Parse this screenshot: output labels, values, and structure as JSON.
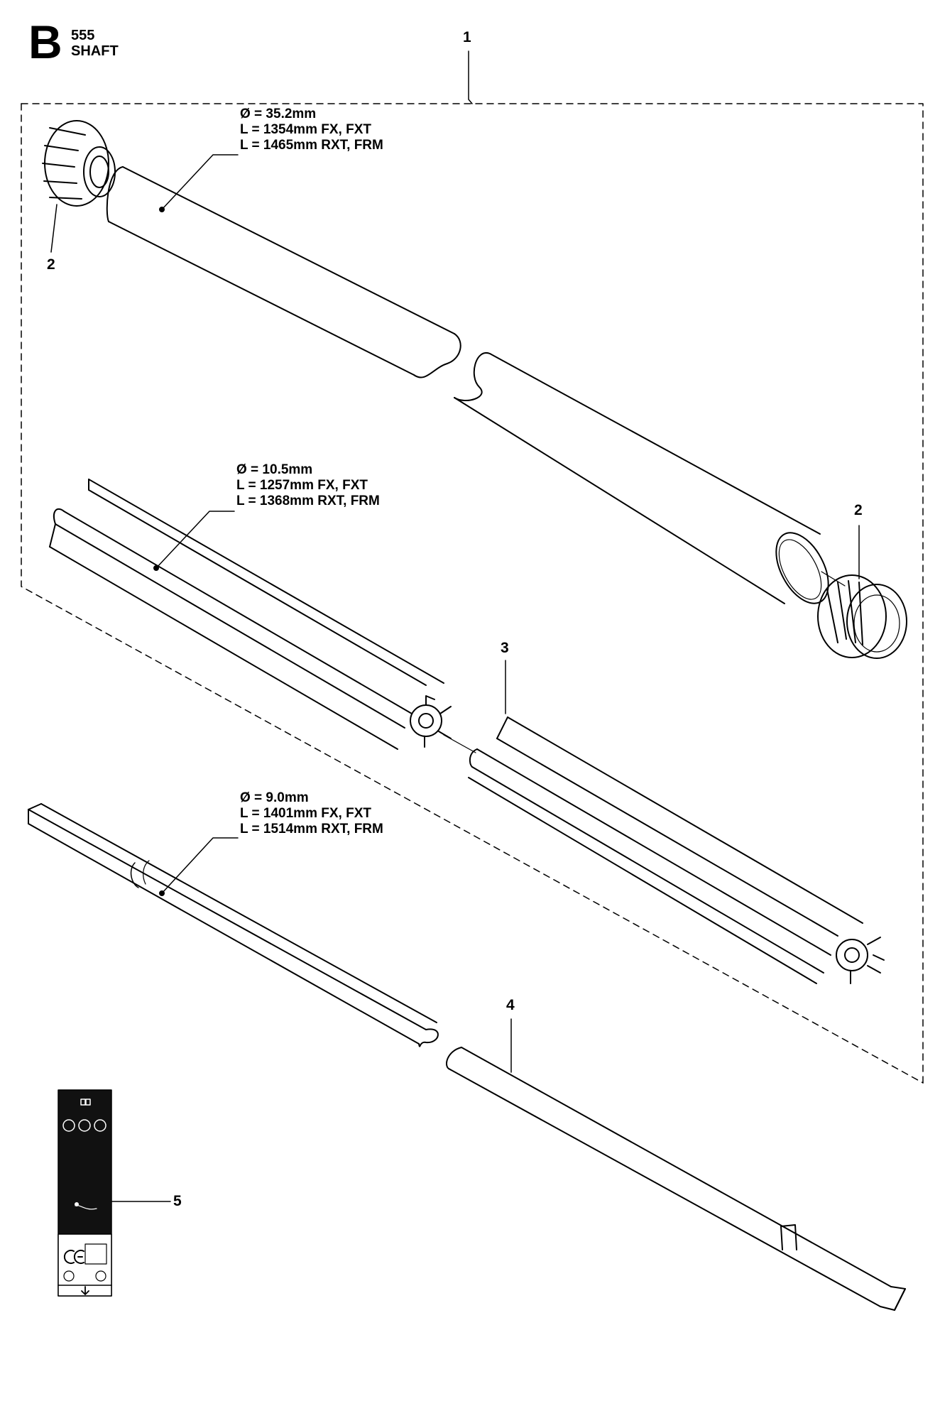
{
  "header": {
    "section_letter": "B",
    "model": "555",
    "title": "SHAFT"
  },
  "callouts": [
    "1",
    "2",
    "2",
    "3",
    "4",
    "5"
  ],
  "specs": {
    "shaft_tube": [
      "Ø = 35.2mm",
      "L = 1354mm FX, FXT",
      "L = 1465mm RXT, FRM"
    ],
    "liner": [
      "Ø = 10.5mm",
      "L = 1257mm FX, FXT",
      "L = 1368mm RXT, FRM"
    ],
    "drive_shaft": [
      "Ø = 9.0mm",
      "L = 1401mm FX, FXT",
      "L = 1514mm RXT, FRM"
    ]
  },
  "label_icons": [
    "book-icon",
    "helmet-icon",
    "ear-protection-icon",
    "glove-icon",
    "ce-mark-icon",
    "recycle-icon",
    "arrow-down-icon"
  ]
}
